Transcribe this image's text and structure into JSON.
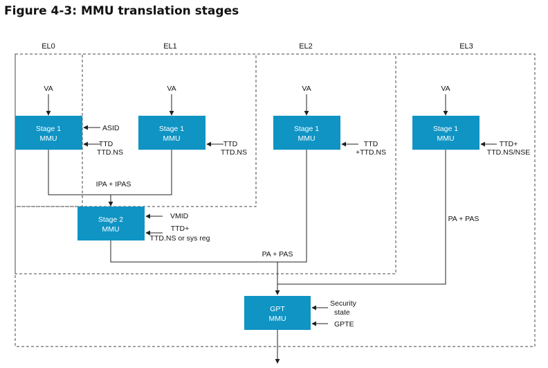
{
  "title": "Figure 4-3: MMU translation stages",
  "regions": {
    "el0": "EL0",
    "el1": "EL1",
    "el2": "EL2",
    "el3": "EL3"
  },
  "boxes": {
    "el0_stage1": {
      "line1": "Stage 1",
      "line2": "MMU"
    },
    "el1_stage1": {
      "line1": "Stage 1",
      "line2": "MMU"
    },
    "el2_stage1": {
      "line1": "Stage 1",
      "line2": "MMU"
    },
    "el3_stage1": {
      "line1": "Stage 1",
      "line2": "MMU"
    },
    "stage2": {
      "line1": "Stage 2",
      "line2": "MMU"
    },
    "gpt": {
      "line1": "GPT",
      "line2": "MMU"
    }
  },
  "labels": {
    "va": "VA",
    "asid": "ASID",
    "ttd": "TTD",
    "ttd_ns": "TTD.NS",
    "ttd_plus_ns": "+TTD.NS",
    "ttd_plus": "TTD+",
    "ttd_ns_nse": "TTD.NS/NSE",
    "ipa_ipas": "IPA + IPAS",
    "vmid": "VMID",
    "ttd_ns_sysreg": "TTD.NS or sys reg",
    "pa_pas": "PA + PAS",
    "security": "Security",
    "state": "state",
    "gpte": "GPTE"
  },
  "colors": {
    "box": "#0f94c4",
    "box_text": "#ffffff",
    "line": "#222222"
  }
}
